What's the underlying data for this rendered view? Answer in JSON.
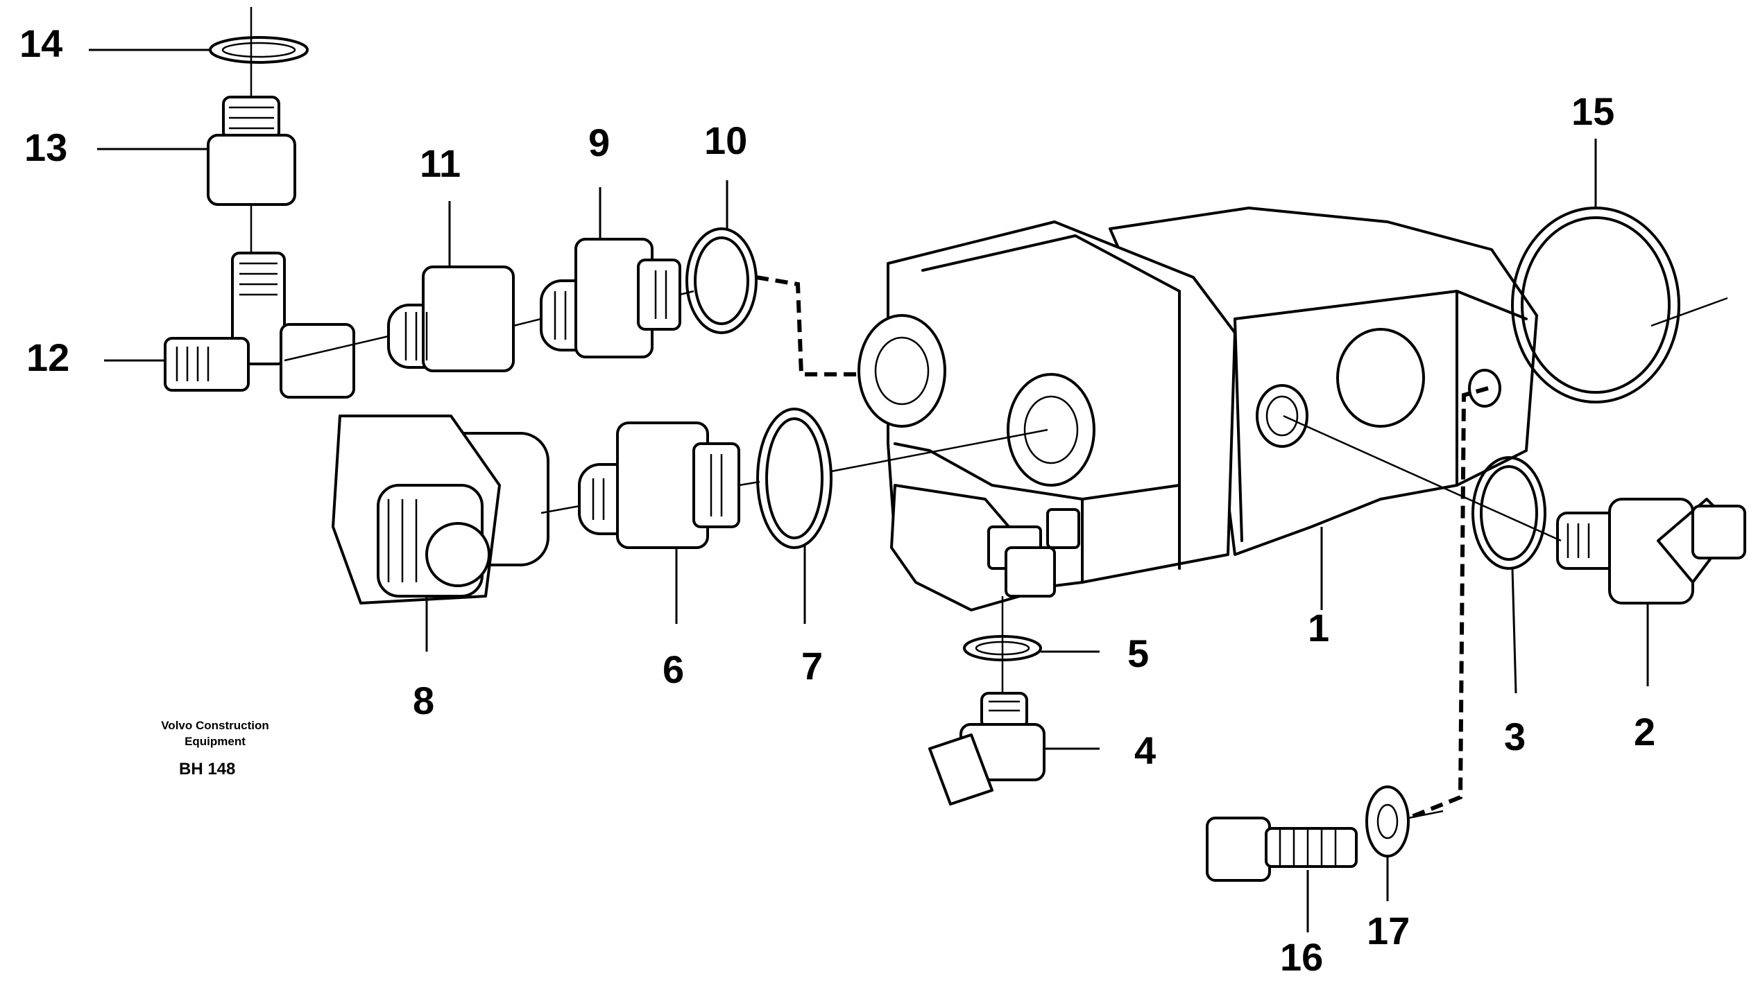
{
  "callouts": {
    "c1": "1",
    "c2": "2",
    "c3": "3",
    "c4": "4",
    "c5": "5",
    "c6": "6",
    "c7": "7",
    "c8": "8",
    "c9": "9",
    "c10": "10",
    "c11": "11",
    "c12": "12",
    "c13": "13",
    "c14": "14",
    "c15": "15",
    "c16": "16",
    "c17": "17"
  },
  "footer": {
    "brand_line1": "Volvo Construction",
    "brand_line2": "Equipment",
    "drawing_code": "BH 148"
  }
}
